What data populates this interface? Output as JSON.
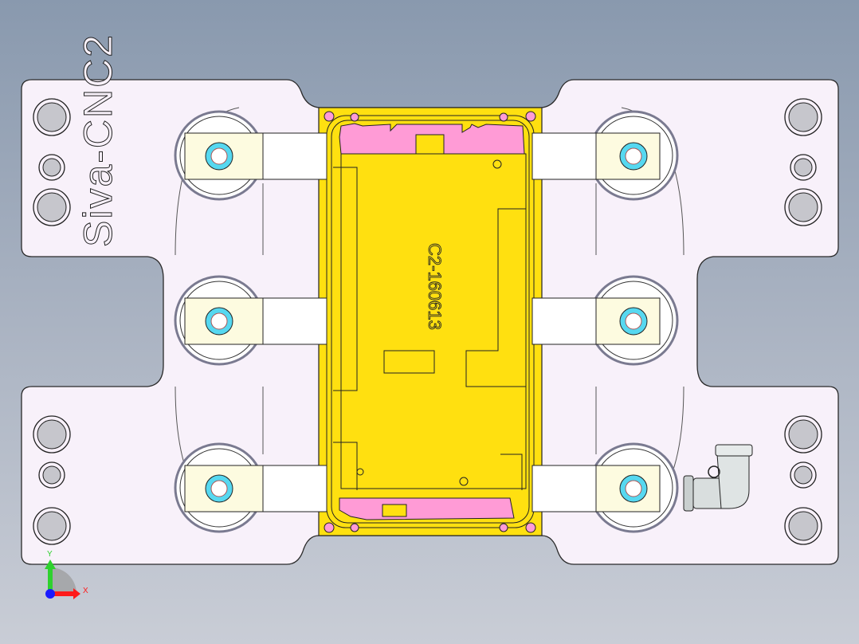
{
  "viewport": {
    "plate_engraving": "Siva-CNC2",
    "part_engraving": "C2-160613",
    "triad": {
      "x_label": "X",
      "y_label": "Y"
    }
  },
  "colors": {
    "background_top": "#8999ae",
    "background_bottom": "#c9cdd6",
    "plate": "#f8f1fa",
    "part": "#ffe010",
    "pockets": "#ff9bd6",
    "clamp_bushing": "#56d8f0",
    "clamp_body": "#fdfbe0",
    "axis_x": "#ff1a1a",
    "axis_y": "#2ed12e",
    "axis_z": "#1a1aff"
  }
}
